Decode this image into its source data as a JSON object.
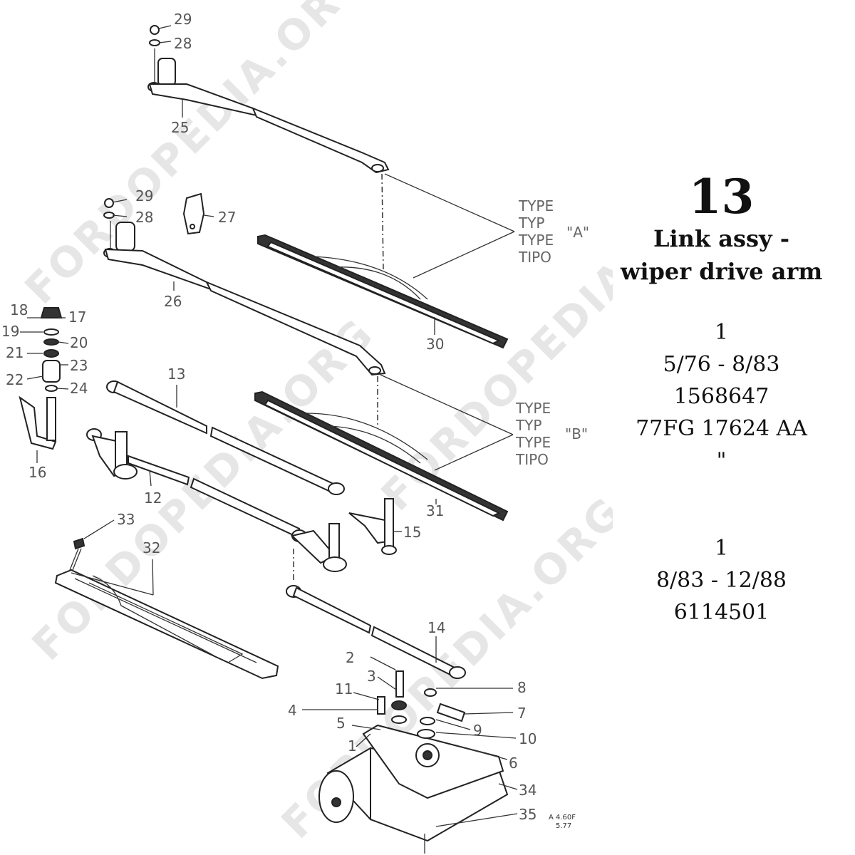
{
  "info": {
    "page_number": "13",
    "title": "Link assy - wiper drive arm",
    "entries": [
      {
        "quantity": "1",
        "date_range": "5/76 - 8/83",
        "part_number": "1568647",
        "ford_code": "77FG 17624 AA",
        "note": "\""
      },
      {
        "quantity": "1",
        "date_range": "8/83 - 12/88",
        "part_number": "6114501"
      }
    ]
  },
  "diagram": {
    "callouts": [
      "1",
      "2",
      "3",
      "4",
      "5",
      "6",
      "7",
      "8",
      "9",
      "10",
      "11",
      "12",
      "13",
      "14",
      "15",
      "16",
      "17",
      "18",
      "19",
      "20",
      "21",
      "22",
      "23",
      "24",
      "25",
      "26",
      "27",
      "28",
      "29",
      "30",
      "31",
      "32",
      "33",
      "34",
      "35"
    ],
    "type_a": {
      "lines": [
        "TYPE",
        "TYP",
        "TYPE",
        "TIPO"
      ],
      "label": "\"A\""
    },
    "type_b": {
      "lines": [
        "TYPE",
        "TYP",
        "TYPE",
        "TIPO"
      ],
      "label": "\"B\""
    },
    "drawing_code": [
      "A 4.60F",
      "5.77"
    ],
    "watermark": "FORDOPEDIA.ORG"
  }
}
